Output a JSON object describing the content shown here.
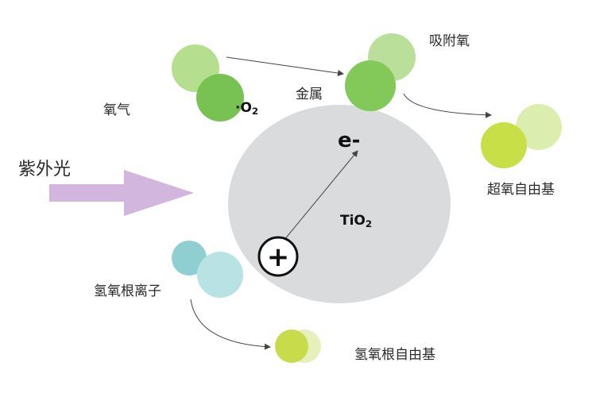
{
  "labels": {
    "uv_light": "紫外光",
    "oxygen": "氧气",
    "o2_text": "·O",
    "o2_sub": "2",
    "metal": "金属",
    "adsorbed_oxygen": "吸附氧",
    "superoxide_radical": "超氧自由基",
    "electron": "e-",
    "tio2_text": "TiO",
    "tio2_sub": "2",
    "hole_symbol": "+",
    "hydroxide_ion": "氢氧根离子",
    "hydroxyl_radical": "氢氧根自由基"
  },
  "colors": {
    "particle": "#dadbdc",
    "uv_arrow": "#d3b6dd",
    "oxygen_light": "#b5df8f",
    "oxygen_dark": "#78c153",
    "adsorbed_light": "#b9df9b",
    "metal_green": "#82c95a",
    "superoxide_light": "#dcedb0",
    "superoxide_dark": "#c9df47",
    "hydroxide_dark": "#8fcfd1",
    "hydroxide_light": "#b9e2e4",
    "hydroxyl_light": "#e6f0bd",
    "hydroxyl_dark": "#c8dc4b",
    "line": "#444444"
  }
}
